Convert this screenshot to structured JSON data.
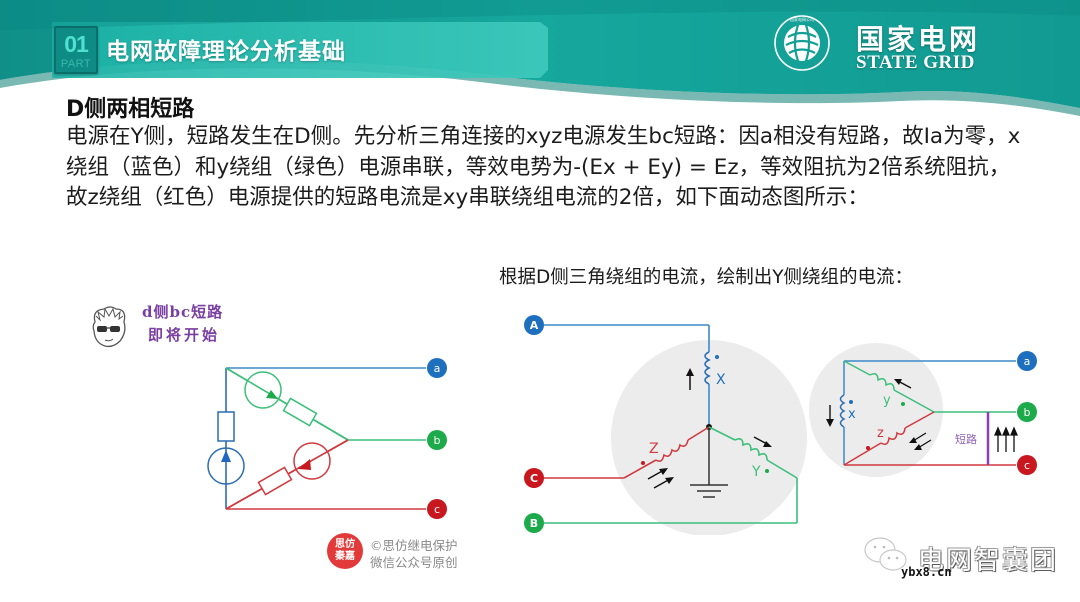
{
  "header": {
    "part_number": "01",
    "part_label": "PART",
    "section_title": "电网故障理论分析基础",
    "brand_cn": "国家电网",
    "brand_en": "STATE GRID",
    "logo_ring_text": "国家电网公司 STATE GRID CORPORATION OF CHINA",
    "colors": {
      "teal": "#16a59c",
      "teal_dark": "#0b7f79",
      "teal_light": "#3cc7bb"
    }
  },
  "content": {
    "title": "D侧两相短路",
    "paragraph": "电源在Y侧，短路发生在D侧。先分析三角连接的xyz电源发生bc短路：因a相没有短路，故Ia为零，x绕组（蓝色）和y绕组（绿色）电源串联，等效电势为-(Ex + Ey) = Ez，等效阻抗为2倍系统阻抗，故z绕组（红色）电源提供的短路电流是xy串联绕组电流的2倍，如下面动态图所示：",
    "caption_right": "根据D侧三角绕组的电流，绘制出Y侧绕组的电流："
  },
  "left_diagram": {
    "anim_label_line1": "d侧bc短路",
    "anim_label_line2": "即将开始",
    "terminals": [
      "a",
      "b",
      "c"
    ],
    "colors": {
      "a": "#1f6fbf",
      "b": "#1daa4a",
      "c": "#c8171e"
    }
  },
  "y_diagram": {
    "terminals": [
      "A",
      "C",
      "B"
    ],
    "windings": [
      "X",
      "Z",
      "Y"
    ],
    "colors": {
      "A": "#1f6fbf",
      "B": "#1daa4a",
      "C": "#c8171e"
    }
  },
  "delta_diagram": {
    "terminals": [
      "a",
      "b",
      "c"
    ],
    "windings": [
      "x",
      "y",
      "z"
    ],
    "short_label": "短路",
    "short_color": "#8e3fb0"
  },
  "copyright": {
    "seal_text_1": "思仿",
    "seal_text_2": "秦嘉",
    "line1": "©思仿继电保护",
    "line2": "微信公众号原创"
  },
  "watermark": {
    "text": "电网智囊团",
    "url": "ybx8.cn"
  }
}
